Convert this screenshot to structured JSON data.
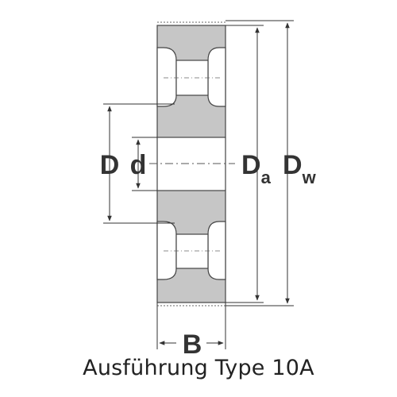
{
  "caption": "Ausführung Type 10A",
  "labels": {
    "big_d": "D",
    "small_d": "d",
    "da_main": "D",
    "da_sub": "a",
    "dw_main": "D",
    "dw_sub": "w",
    "width": "B"
  },
  "colors": {
    "body_fill": "#c6c6c6",
    "outline": "#444444",
    "dimension_line": "#333333",
    "text": "#333333"
  }
}
